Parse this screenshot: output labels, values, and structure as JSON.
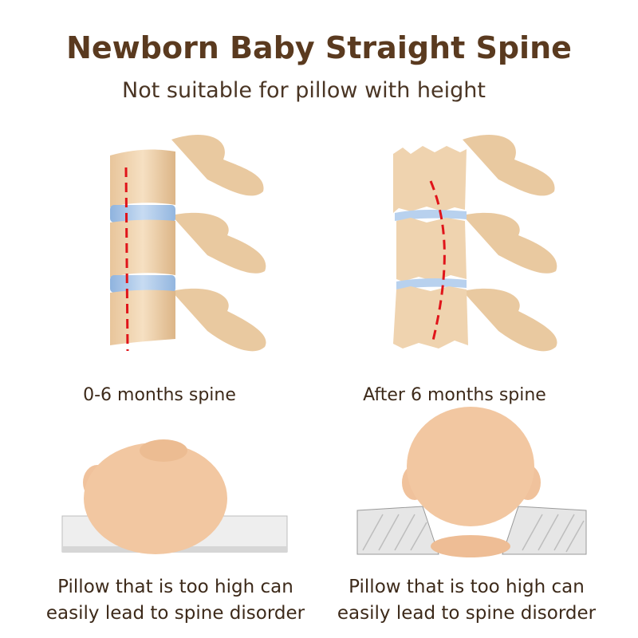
{
  "header": {
    "title": "Newborn Baby Straight Spine",
    "subtitle": "Not suitable for pillow with height"
  },
  "spines": [
    {
      "caption": "0-6 months spine"
    },
    {
      "caption": "After 6 months spine"
    }
  ],
  "sleep": [
    {
      "caption_line1": "Pillow that is too high can",
      "caption_line2": "easily lead to spine disorder"
    },
    {
      "caption_line1": "Pillow that is too high can",
      "caption_line2": "easily lead to spine disorder"
    }
  ],
  "colors": {
    "title": "#5a3a1f",
    "bone": "#f1d6b3",
    "bone_shade": "#d9b48a",
    "disc": "#a9c8ea",
    "spine_line": "#e0141a",
    "skin": "#f1c49c"
  }
}
